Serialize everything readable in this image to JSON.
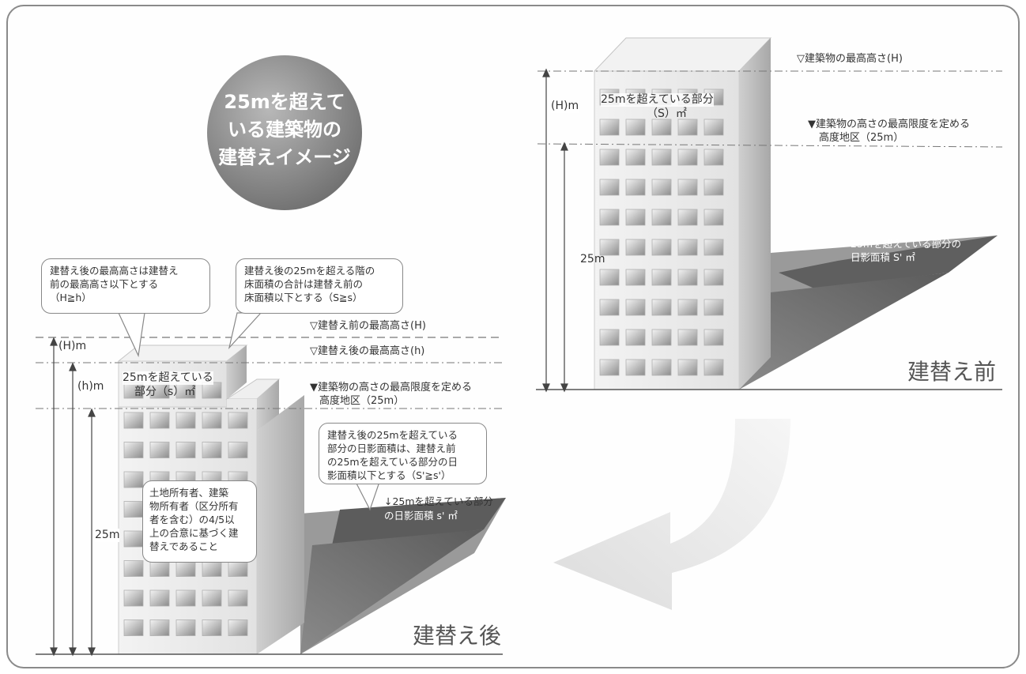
{
  "badge": {
    "lines": [
      "25mを超えて",
      "いる建築物の",
      "建替えイメージ"
    ]
  },
  "before": {
    "title": "建替え前",
    "line_max_height": "▽建築物の最高高さ(H)",
    "line_limit": [
      "▼建築物の高さの最高限度を定める",
      "高度地区（25m）"
    ],
    "height_H": "(H)m",
    "height_25": "25m",
    "exceed_part": [
      "25mを超えている部分",
      "（S）㎡"
    ],
    "shadow": [
      "25mを超えている部分の",
      "日影面積 S' ㎡"
    ]
  },
  "after": {
    "title": "建替え後",
    "line_before_max": "▽建替え前の最高高さ(H)",
    "line_after_max": "▽建替え後の最高高さ(h)",
    "line_limit": [
      "▼建築物の高さの最高限度を定める",
      "高度地区（25m）"
    ],
    "height_H": "(H)m",
    "height_h": "(h)m",
    "height_25": "25m",
    "exceed_part": [
      "25mを超えている",
      "部分（s）㎡"
    ],
    "shadow": [
      "↓25mを超えている部分",
      "の日影面積 s' ㎡"
    ]
  },
  "callouts": {
    "max_height": [
      "建替え後の最高高さは建替え",
      "前の最高高さ以下とする",
      "（H≧h）"
    ],
    "floor_area": [
      "建替え後の25mを超える階の",
      "床面積の合計は建替え前の",
      "床面積以下とする（S≧s）"
    ],
    "shadow_area": [
      "建替え後の25mを超えている",
      "部分の日影面積は、建替え前",
      "の25mを超えている部分の日",
      "影面積以下とする（S'≧s'）"
    ],
    "consent": [
      "土地所有者、建築",
      "物所有者（区分所有",
      "者を含む）の4/5以",
      "上の合意に基づく建",
      "替えであること"
    ]
  },
  "colors": {
    "shadow": "#666666",
    "building_front": "#eaeaea",
    "building_side": "#b9b9b9",
    "badge": "#8a8a8a",
    "arrow": "#e4e4e4"
  }
}
